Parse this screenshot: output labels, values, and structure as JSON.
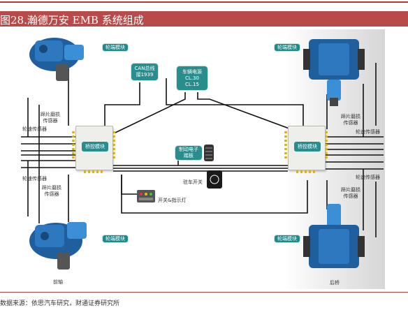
{
  "title": "图28.瀚德万安 EMB 系统组成",
  "labels": {
    "tag_tl": "轮端模块",
    "tag_tr": "轮端模块",
    "tag_bl": "轮端模块",
    "tag_br": "轮端模块",
    "can": "CAN总线\n接1939",
    "power": "车辆电源\nCL.30\nCL.15",
    "ecu_left": "桥控模块",
    "ecu_right": "桥控模块",
    "pedal": "制动电子\n踏板",
    "park": "驻车开关",
    "switch_lamp": "开关&指示灯",
    "pad_tl": "蹄片磨损\n传感器",
    "speed_tl": "轮速传感器",
    "speed_bl": "轮速传感器",
    "pad_bl": "蹄片磨损\n传感器",
    "pad_tr": "蹄片磨损\n传感器",
    "speed_tr": "轮速传感器",
    "speed_br": "轮速传感器",
    "pad_br": "蹄片磨损\n传感器",
    "front_axle": "前轴",
    "rear_axle": "后桥"
  },
  "colors": {
    "title_bar": "#b84a4a",
    "module": "#2a8d8d",
    "caliper": "#1f5f9e",
    "wire": "#111111"
  },
  "footer": "数据来源：依思汽车研究，财通证券研究所"
}
